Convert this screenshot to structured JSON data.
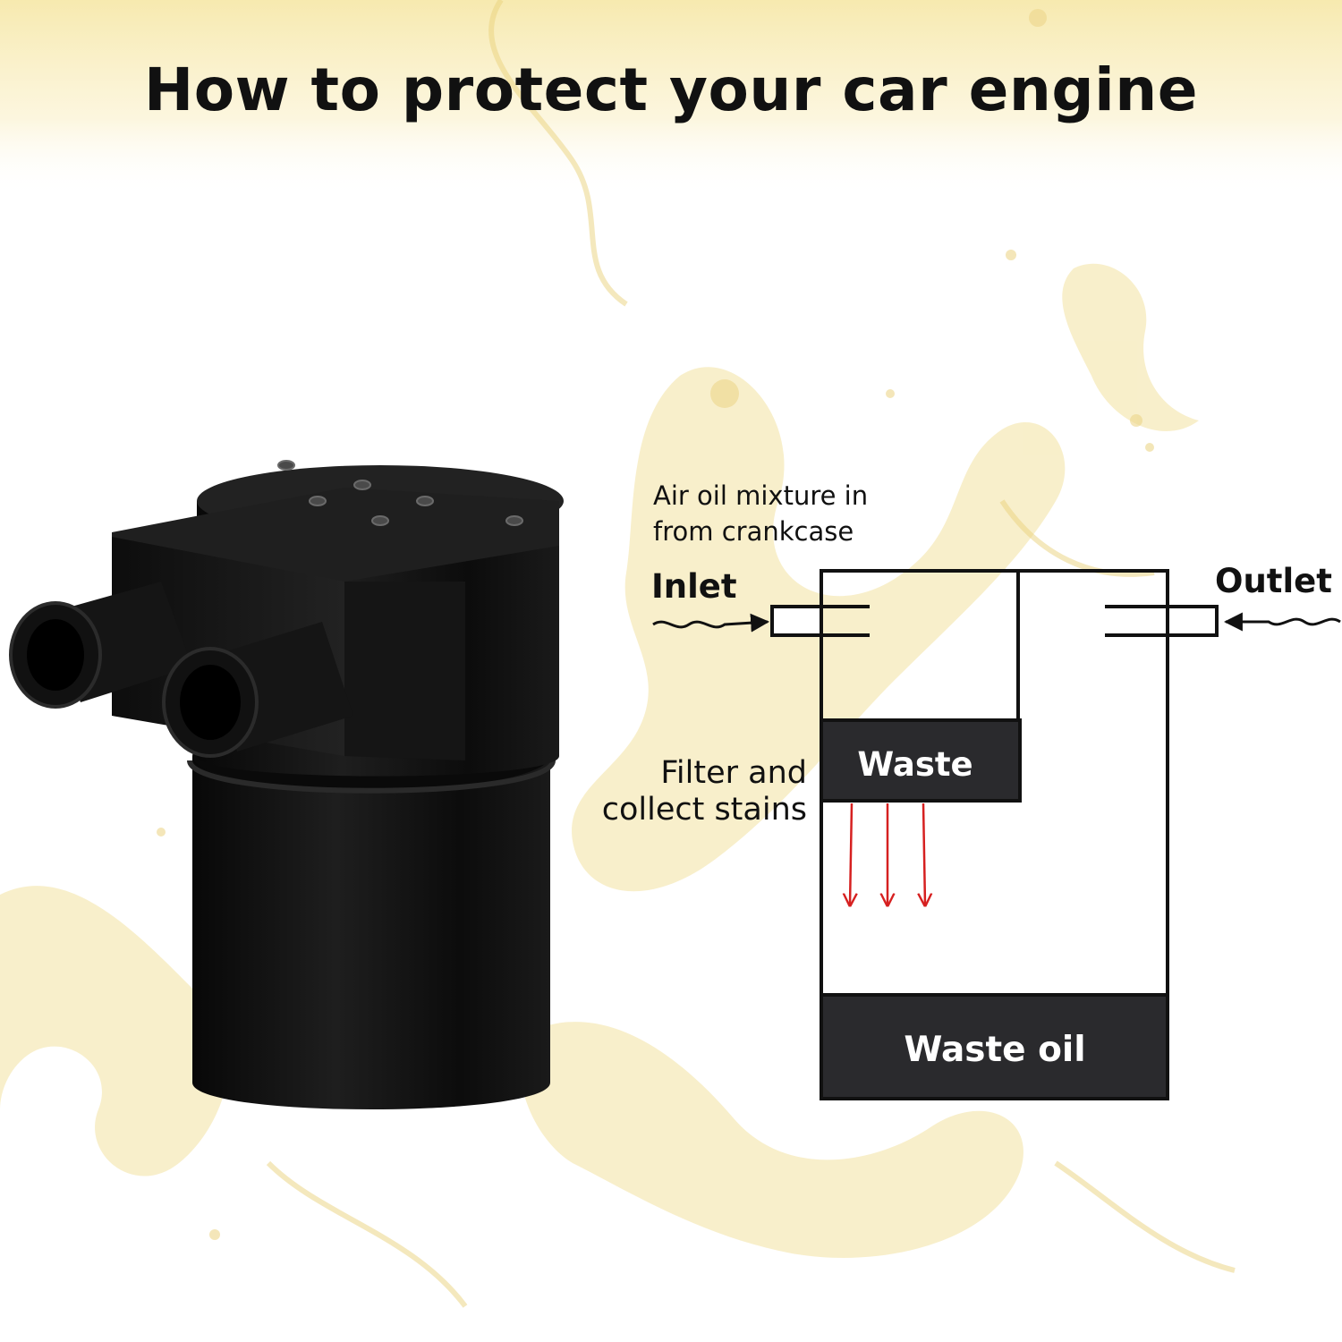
{
  "title": "How to protect your car engine",
  "diagram": {
    "annotation_line1": "Air oil mixture in",
    "annotation_line2": "from crankcase",
    "inlet_label": "Inlet",
    "outlet_label": "Outlet",
    "filter_line1": "Filter and",
    "filter_line2": "collect stains",
    "waste_label": "Waste",
    "waste_oil_label": "Waste oil"
  },
  "colors": {
    "oil_splash": "#f1dc8c",
    "diagram_line": "#111111",
    "block_fill": "#2a2a2d",
    "flow_arrow": "#d62020"
  }
}
